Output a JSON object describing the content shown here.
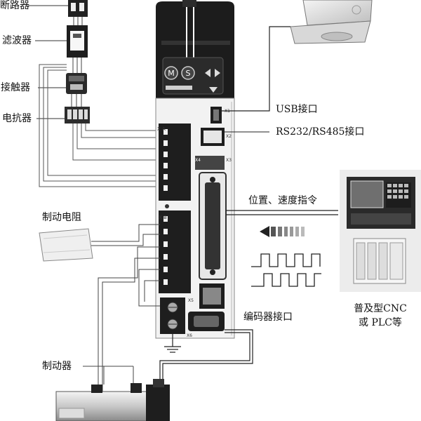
{
  "labels": {
    "breaker": "断路器",
    "filter": "滤波器",
    "contactor": "接触器",
    "reactor": "电抗器",
    "brake_resistor": "制动电阻",
    "brake": "制动器",
    "usb_port": "USB接口",
    "rs_port": "RS232/RS485接口",
    "position_speed_cmd": "位置、速度指令",
    "encoder_port": "编码器接口",
    "cnc_line1": "普及型CNC",
    "cnc_line2": "或 PLC等"
  },
  "drive_panel": {
    "mode_button": "M",
    "set_button": "S",
    "connector_xa": "X A",
    "connector_xb": "X B",
    "port_x1": "X1",
    "port_x2": "X2",
    "port_x3": "X3",
    "port_x4": "X4",
    "port_x5": "X5",
    "port_x6": "X6"
  },
  "colors": {
    "device_dark": "#1c1c1c",
    "panel_light": "#f2f2f2",
    "wire": "#333333",
    "cnc_background": "#ececec"
  }
}
